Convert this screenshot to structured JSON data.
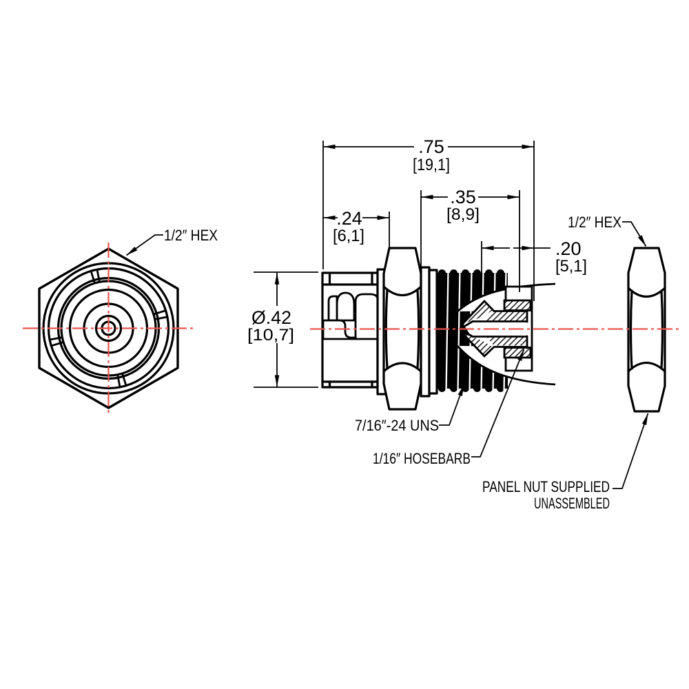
{
  "drawing": {
    "type": "engineering-dimension-drawing",
    "labels": {
      "hex_left": "1/2″ HEX",
      "hex_right": "1/2″ HEX",
      "thread_spec": "7/16″-24 UNS",
      "hosebarb": "1/16″ HOSEBARB",
      "panel_nut_line1": "PANEL NUT SUPPLIED",
      "panel_nut_line2": "UNASSEMBLED"
    },
    "dimensions": {
      "overall_length": {
        "inches": ".75",
        "mm": "[19,1]"
      },
      "thread_length": {
        "inches": ".35",
        "mm": "[8,9]"
      },
      "body_length": {
        "inches": ".24",
        "mm": "[6,1]"
      },
      "barb_length": {
        "inches": ".20",
        "mm": "[5,1]"
      },
      "body_diameter": {
        "inches": "Ø.42",
        "mm": "[10,7]"
      }
    },
    "colors": {
      "line": "#000000",
      "centerline": "#e8534e",
      "background": "#ffffff"
    }
  }
}
